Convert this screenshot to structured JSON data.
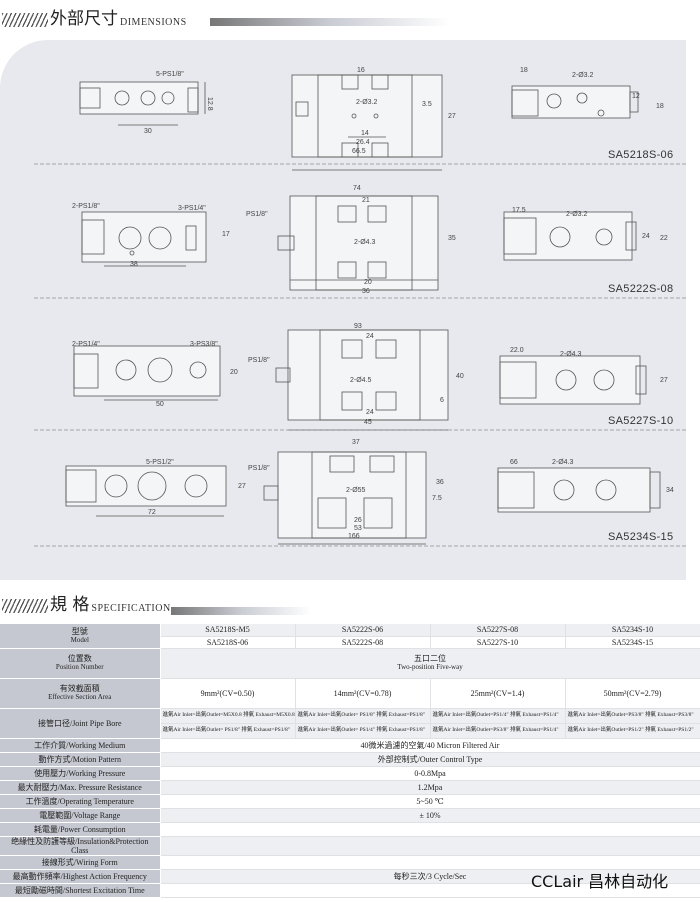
{
  "dimensions_header": {
    "title_cn": "外部尺寸",
    "title_en": "DIMENSIONS"
  },
  "spec_header": {
    "title_cn": "規 格",
    "title_en": "SPECIFICATION"
  },
  "drawings": {
    "row1": {
      "model": "SA5218S-06",
      "dims": [
        "5-PS1/8\"",
        "12.8",
        "30",
        "16",
        "2-Ø3.2",
        "3.5",
        "27",
        "14",
        "26.4",
        "66.5",
        "18",
        "2-Ø3.2",
        "12",
        "18"
      ]
    },
    "row2": {
      "model": "SA5222S-08",
      "dims": [
        "2-PS1/8\"",
        "3-PS1/4\"",
        "17",
        "38",
        "PS1/8\"",
        "74",
        "21",
        "2-Ø4.3",
        "35",
        "20",
        "36",
        "17.5",
        "2-Ø3.2",
        "24",
        "22"
      ]
    },
    "row3": {
      "model": "SA5227S-10",
      "dims": [
        "2-PS1/4\"",
        "3-PS3/8\"",
        "20",
        "50",
        "PS1/8\"",
        "93",
        "24",
        "2-Ø4.5",
        "40",
        "24",
        "45",
        "6",
        "22.0",
        "2-Ø4.3",
        "27"
      ]
    },
    "row4": {
      "model": "SA5234S-15",
      "dims": [
        "5-PS1/2\"",
        "27",
        "72",
        "PS1/8\"",
        "37",
        "2-Ø55",
        "26",
        "53",
        "7.5",
        "166",
        "36",
        "66",
        "2-Ø4.3",
        "34"
      ]
    }
  },
  "spec": {
    "model": {
      "label_cn": "型號",
      "label_en": "Model",
      "top": [
        "SA5218S-M5",
        "SA5222S-06",
        "SA5227S-08",
        "SA5234S-10"
      ],
      "bottom": [
        "SA5218S-06",
        "SA5222S-08",
        "SA5227S-10",
        "SA5234S-15"
      ]
    },
    "position": {
      "label_cn": "位置数",
      "label_en": "Position Number",
      "value_cn": "五口二位",
      "value_en": "Two-position Five-way"
    },
    "area": {
      "label_cn": "有效截面積",
      "label_en": "Effective Section Area",
      "values": [
        "9mm²(CV=0.50)",
        "14mm²(CV=0.78)",
        "25mm²(CV=1.4)",
        "50mm²(CV=2.79)"
      ]
    },
    "pipe": {
      "label": "接管口径/Joint Pipe Bore",
      "top": [
        "進氣Air Inlet=出氣Outlet=M5X0.8  排氣 Exhaust=M5X0.8",
        "進氣Air Inlet=出氣Outlet= PS1/8\"  排氣 Exhaust=PS1/8\"",
        "進氣Air Inlet=出氣Outlet=PS1/4\"  排氣 Exhaust=PS1/4\"",
        "進氣Air Inlet=出氣Outlet=PS3/8\"  排氣 Exhaust=PS3/8\""
      ],
      "bottom": [
        "進氣Air Inlet=出氣Outlet= PS1/8\"  排氣 Exhaust=PS1/8\"",
        "進氣Air Inlet=出氣Outlet= PS1/4\"  排氣 Exhaust=PS1/8\"",
        "進氣Air Inlet=出氣Outlet=PS3/8\"  排氣 Exhaust=PS1/4\"",
        "進氣Air Inlet=出氣Outlet=PS1/2\"  排氣 Exhaust=PS1/2\""
      ]
    },
    "medium": {
      "label": "工作介質/Working Medium",
      "value": "40微米過濾的空氣/40 Micron Filtered Air"
    },
    "motion": {
      "label": "動作方式/Motion Pattern",
      "value": "外部控制式/Outer Control Type"
    },
    "pressure": {
      "label": "使用壓力/Working Pressure",
      "value": "0-0.8Mpa"
    },
    "max_pressure": {
      "label": "最大耐壓力/Max. Pressure Resistance",
      "value": "1.2Mpa"
    },
    "temperature": {
      "label": "工作溫度/Operating Temperature",
      "value": "5~50 ℃"
    },
    "voltage": {
      "label": "電壓範圍/Voltage Range",
      "value": "± 10%"
    },
    "power": {
      "label": "耗電量/Power Consumption",
      "value": ""
    },
    "insulation": {
      "label": "绝緣性及防護等級/Insulation&Protection Class",
      "value": ""
    },
    "wiring": {
      "label": "接線形式/Wiring Form",
      "value": ""
    },
    "frequency": {
      "label": "最高動作頻率/Highest Action Frequency",
      "value": "每秒三次/3 Cycle/Sec"
    },
    "excitation": {
      "label": "最短勵磁時間/Shortest Excitation Time",
      "value": ""
    }
  },
  "watermark": "CCLair 昌林自动化"
}
